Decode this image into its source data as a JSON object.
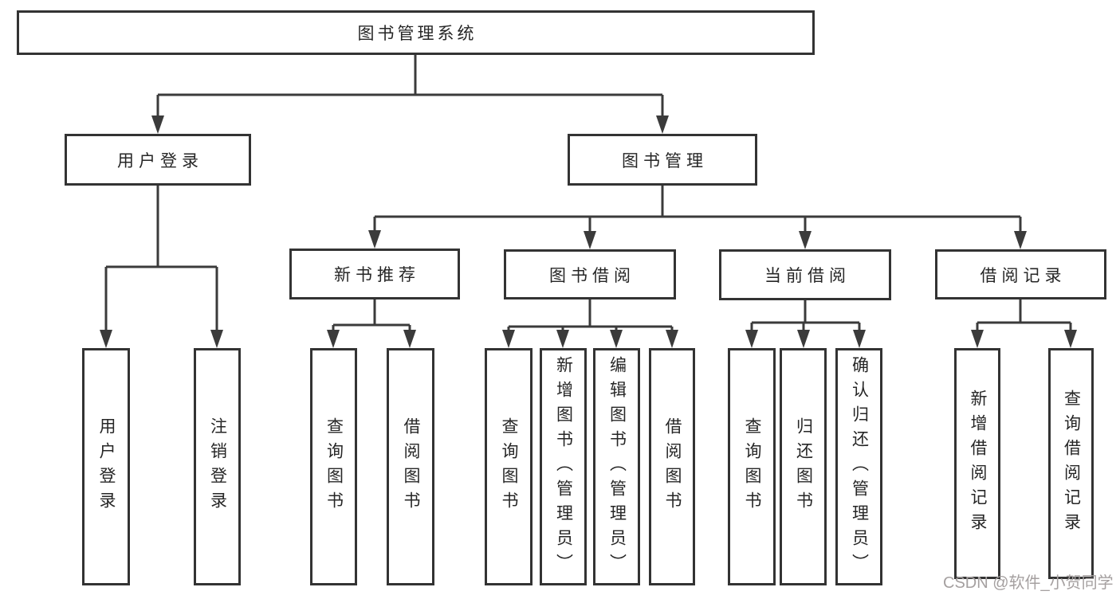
{
  "diagram": {
    "root": {
      "label": "图书管理系统"
    },
    "level2": {
      "user_login": {
        "label": "用户登录"
      },
      "book_management": {
        "label": "图书管理"
      }
    },
    "level3": {
      "new_book_recommend": {
        "label": "新书推荐"
      },
      "book_borrowing": {
        "label": "图书借阅"
      },
      "current_borrowing": {
        "label": "当前借阅"
      },
      "borrowing_records": {
        "label": "借阅记录"
      }
    },
    "leaves": {
      "user_login": {
        "label": "用户登录"
      },
      "logout": {
        "label": "注销登录"
      },
      "query_books_recommend": {
        "label": "查询图书"
      },
      "borrow_books_recommend": {
        "label": "借阅图书"
      },
      "query_books_borrowing": {
        "label": "查询图书"
      },
      "add_books_admin": {
        "label": "新增图书（管理员）"
      },
      "edit_books_admin": {
        "label": "编辑图书（管理员）"
      },
      "borrow_books_borrowing": {
        "label": "借阅图书"
      },
      "query_books_current": {
        "label": "查询图书"
      },
      "return_books": {
        "label": "归还图书"
      },
      "confirm_return_admin": {
        "label": "确认归还（管理员）"
      },
      "add_borrow_record": {
        "label": "新增借阅记录"
      },
      "query_borrow_record": {
        "label": "查询借阅记录"
      }
    },
    "watermark": "CSDN @软件_小贺同学",
    "colors": {
      "line": "#3b3b3b",
      "box_border": "#333333",
      "text": "#262626",
      "watermark": "#a5a0a0",
      "background": "#ffffff"
    }
  }
}
